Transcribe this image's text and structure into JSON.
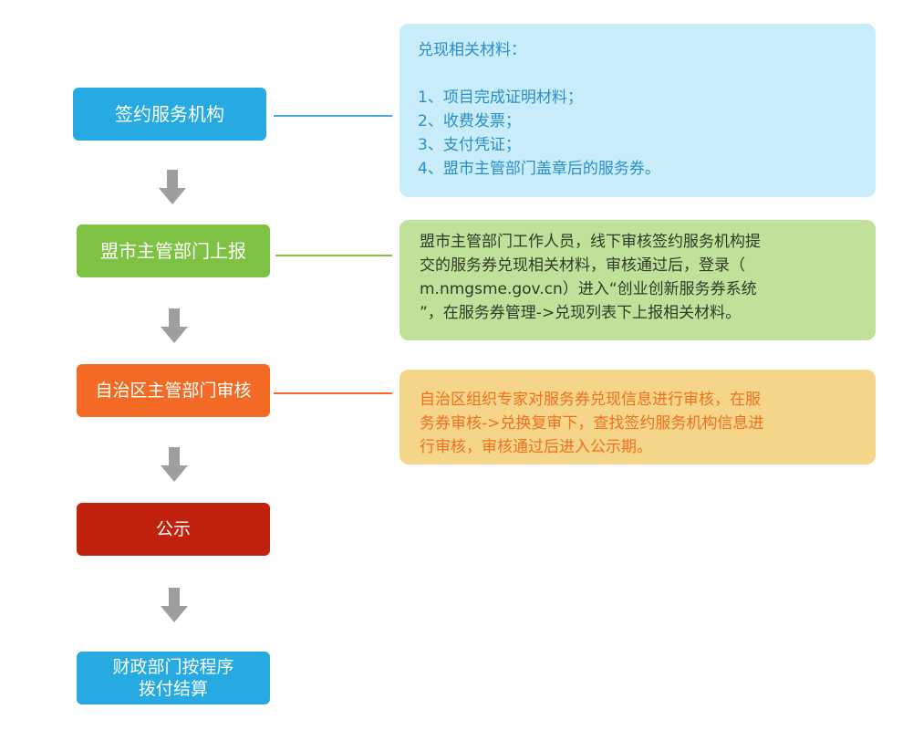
{
  "steps": [
    {
      "label": "签约服务机构"
    },
    {
      "label": "盟市主管部门上报"
    },
    {
      "label": "自治区主管部门审核"
    },
    {
      "label": "公示"
    },
    {
      "label_line1": "财政部门按程序",
      "label_line2": "拨付结算"
    }
  ],
  "info_boxes": [
    {
      "heading": "兑现相关材料：",
      "items": [
        "1、项目完成证明材料；",
        "2、收费发票；",
        "3、支付凭证；",
        "4、盟市主管部门盖章后的服务券。"
      ]
    },
    {
      "lines": [
        "盟市主管部门工作人员，线下审核签约服务机构提",
        "交的服务券兑现相关材料，审核通过后，登录（",
        "m.nmgsme.gov.cn）进入“创业创新服务券系统",
        "”，在服务券管理->兑现列表下上报相关材料。"
      ]
    },
    {
      "lines": [
        "自治区组织专家对服务券兑现信息进行审核，在服",
        "务券审核->兑换复审下，查找签约服务机构信息进",
        "行审核，审核通过后进入公示期。"
      ]
    }
  ],
  "colors": {
    "step1": "#27a9e1",
    "step2": "#7dc242",
    "step3": "#f26a23",
    "step4": "#c1220e",
    "step5": "#27a9e1",
    "arrow": "#9e9e9e"
  }
}
